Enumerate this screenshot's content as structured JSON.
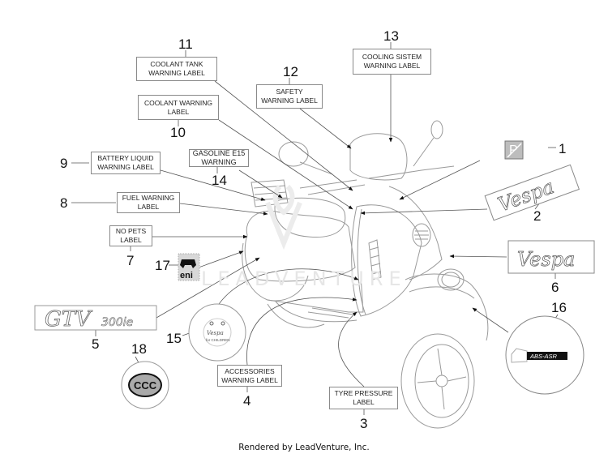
{
  "footer": "Rendered by LeadVenture, Inc.",
  "watermark": "LEADVENTURE",
  "callouts": [
    {
      "num": "1",
      "label": ""
    },
    {
      "num": "2",
      "label": ""
    },
    {
      "num": "3",
      "label": "TYRE PRESSURE\nLABEL"
    },
    {
      "num": "4",
      "label": "ACCESSORIES\nWARNING LABEL"
    },
    {
      "num": "5",
      "label": ""
    },
    {
      "num": "6",
      "label": ""
    },
    {
      "num": "7",
      "label": "NO PETS\nLABEL"
    },
    {
      "num": "8",
      "label": "FUEL WARNING\nLABEL"
    },
    {
      "num": "9",
      "label": "BATTERY LIQUID\nWARNING LABEL"
    },
    {
      "num": "10",
      "label": "COOLANT WARNING\nLABEL"
    },
    {
      "num": "11",
      "label": "COOLANT TANK\nWARNING LABEL"
    },
    {
      "num": "12",
      "label": "SAFETY\nWARNING LABEL"
    },
    {
      "num": "13",
      "label": "COOLING SISTEM\nWARNING LABEL"
    },
    {
      "num": "14",
      "label": "GASOLINE E15\nWARNING"
    },
    {
      "num": "15",
      "label": ""
    },
    {
      "num": "16",
      "label": ""
    },
    {
      "num": "17",
      "label": ""
    },
    {
      "num": "18",
      "label": ""
    }
  ],
  "decals": {
    "p_badge": "P",
    "vespa_script": "Vespa",
    "gtv_main": "GTV",
    "gtv_suffix": "300ie",
    "eni_text": "eni",
    "vespa_children_top": "Vespa",
    "vespa_children_bottom": "for CHILDREN",
    "ccc_text": "CCC",
    "abs_text": "ABS-ASR"
  }
}
